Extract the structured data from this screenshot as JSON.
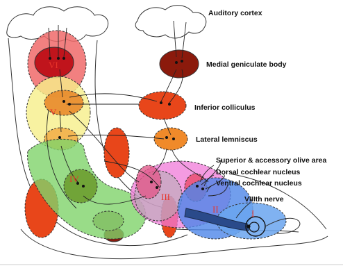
{
  "labels": {
    "auditory_cortex": "Auditory cortex",
    "medial_geniculate_body": "Medial geniculate body",
    "inferior_colliculus": "Inferior colliculus",
    "lateral_lemniscus": "Lateral lemniscus",
    "superior_olive": "Superior & accessory olive area",
    "dorsal_cochlear": "Dorsal cochlear nucleus",
    "ventral_cochlear": "Ventral cochlear nucleus",
    "viii_nerve": "VIIIth nerve"
  },
  "regions": {
    "r1": "I",
    "r2": "II",
    "r3": "III",
    "r4": "IV",
    "r5": "V",
    "r6": "VI"
  },
  "colors": {
    "cortex_red": "#e0202a",
    "mgb_brown": "#8b1a0c",
    "ic_orange": "#e8461a",
    "ll_orange": "#f08a2a",
    "region_v_yellow": "#f6ef8a",
    "region_iv_green": "#7fd36a",
    "region_iii_pink": "#f07ad8",
    "region_ii_blue": "#4e86e8",
    "roman_numeral_red": "#e8342a"
  }
}
